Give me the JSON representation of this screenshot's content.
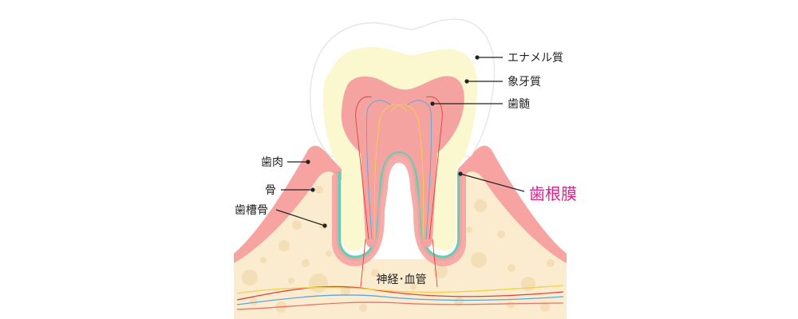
{
  "labels": {
    "enamel": "エナメル質",
    "dentin": "象牙質",
    "pulp": "歯髄",
    "gingiva": "歯肉",
    "bone": "骨",
    "alveolar_bone": "歯槽骨",
    "periodontal_ligament": "歯根膜",
    "nerves_vessels": "神経･血管"
  },
  "colors": {
    "enamel": "#ffffff",
    "dentin": "#fbf7cf",
    "pulp": "#f4a3a0",
    "gingiva": "#f6a3a1",
    "bone": "#fbecd0",
    "bone_spots": "#f3dcb2",
    "ligament": "#63ceb3",
    "accent": "#e0208c",
    "nerve_red": "#e3403a",
    "nerve_blue": "#5aa6dc",
    "nerve_yellow": "#f2d04b"
  }
}
